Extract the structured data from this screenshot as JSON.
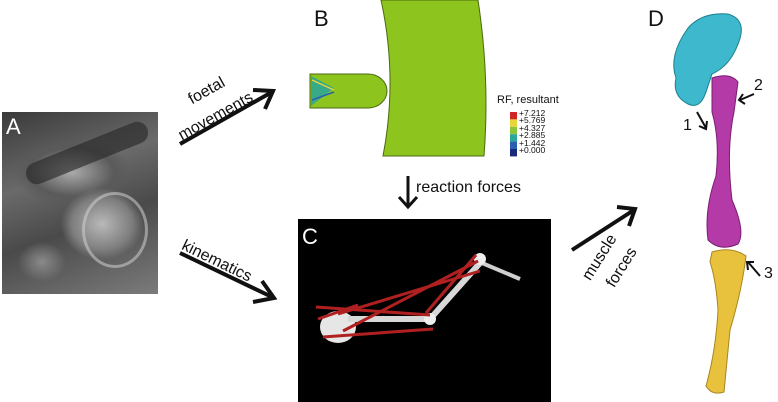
{
  "panels": {
    "a": {
      "letter": "A"
    },
    "b": {
      "letter": "B"
    },
    "c": {
      "letter": "C"
    },
    "d": {
      "letter": "D"
    }
  },
  "arrows": {
    "foetal_line1": "foetal",
    "foetal_line2": "movements",
    "kinematics": "kinematics",
    "reaction": "reaction forces",
    "muscle_line1": "muscle",
    "muscle_line2": "forces"
  },
  "legend": {
    "title": "RF, resultant",
    "entries": [
      "+7.212",
      "+5.769",
      "+4.327",
      "+2.885",
      "+1.442",
      "+0.000"
    ],
    "colors": [
      "#d0262a",
      "#e8d53a",
      "#8cc43c",
      "#2aa69b",
      "#2d5fb0",
      "#1a2a7a"
    ]
  },
  "bone_labels": {
    "one": "1",
    "two": "2",
    "three": "3"
  },
  "colors": {
    "fe_model": "#8dc41e",
    "scapula": "#3db8cc",
    "humerus": "#b43aa8",
    "ulna": "#e8c23c",
    "muscle": "#b02020"
  }
}
